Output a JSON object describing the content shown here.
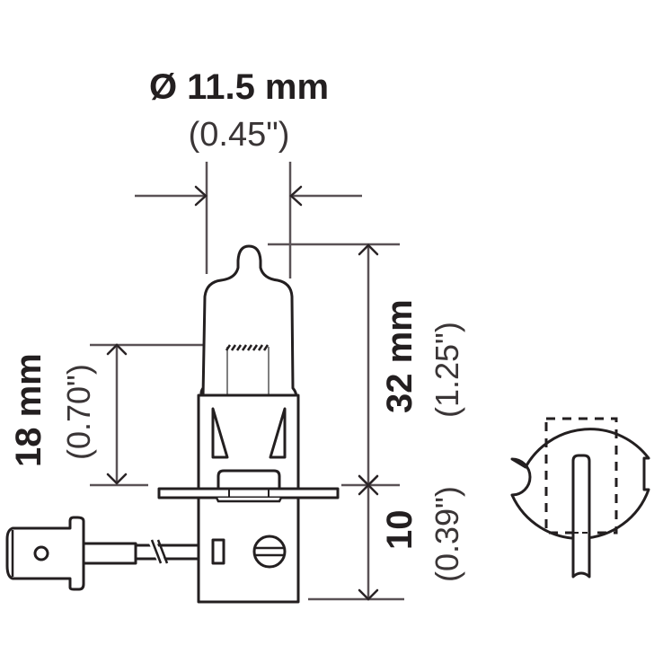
{
  "diagram": {
    "subject": "H3 halogen bulb dimensional drawing",
    "dimensions": {
      "diameter": {
        "metric": "Ø 11.5 mm",
        "imperial": "(0.45\")"
      },
      "height": {
        "metric": "32 mm",
        "imperial": "(1.25\")"
      },
      "light_center": {
        "metric": "18 mm",
        "imperial": "(0.70\")"
      },
      "base": {
        "metric": "10",
        "imperial": "(0.39\")"
      }
    },
    "colors": {
      "outline": "#231f20",
      "dimension_line": "#5a5256",
      "background": "#ffffff"
    }
  }
}
